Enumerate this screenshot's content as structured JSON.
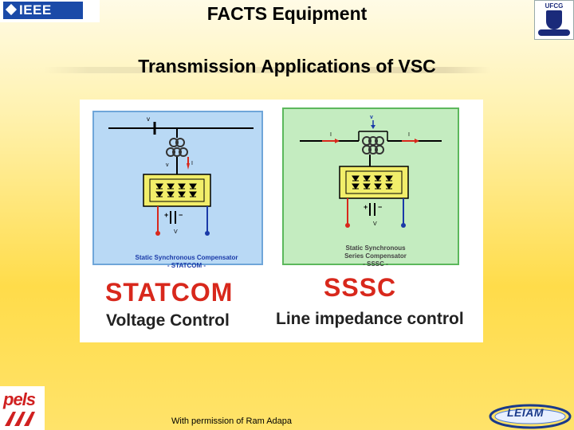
{
  "header": {
    "title": "FACTS Equipment",
    "subtitle": "Transmission Applications of VSC",
    "ieee_logo_text": "IEEE",
    "ufcg_logo_text": "UFCG"
  },
  "figure": {
    "left_panel": {
      "symbols": {
        "v": "v",
        "vs": "v",
        "i": "I",
        "vdc": "V"
      },
      "caption_line1": "Static Synchronous Compensator",
      "caption_line2": "- STATCOM -",
      "big_label": "STATCOM",
      "sub_label": "Voltage Control"
    },
    "right_panel": {
      "symbols": {
        "vc": "v",
        "i_left": "I",
        "i_right": "I",
        "vdc": "V"
      },
      "caption_line1": "Static Synchronous",
      "caption_line2": "Series Compensator",
      "caption_line3": "- SSSC -",
      "big_label": "SSSC",
      "sub_label": "Line impedance control"
    }
  },
  "footer": {
    "credit": "With permission of Ram Adapa",
    "pels_logo_text": "pels",
    "leiam_logo_text": "LEIAM"
  },
  "colors": {
    "accent_red": "#d8281c",
    "panel_blue": "#b9d9f5",
    "panel_green": "#c4ecc0",
    "converter_yellow": "#f2ee6a",
    "caption_blue": "#1a3aa8"
  }
}
